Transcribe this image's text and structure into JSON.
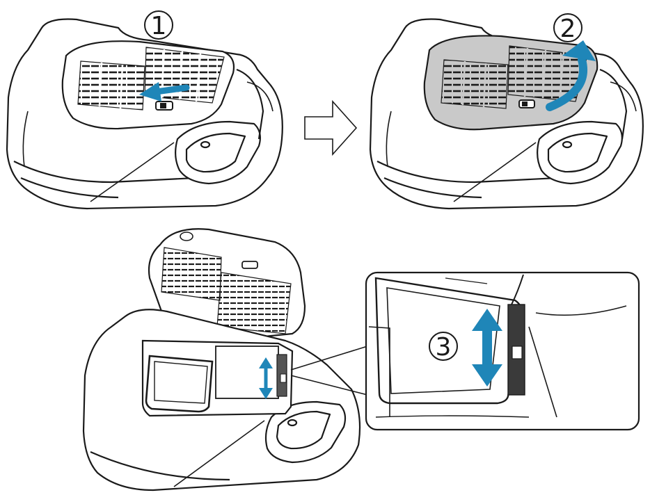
{
  "diagram": {
    "steps": [
      {
        "number": "1"
      },
      {
        "number": "2"
      },
      {
        "number": "3"
      }
    ],
    "colors": {
      "line": "#1a1a1a",
      "body_fill": "#ffffff",
      "cover_fill": "#c9c9c9",
      "accent_arrow": "#1f86b8",
      "next_arrow": "#ffffff"
    },
    "icons": {
      "slide_arrow": "arrow-left-icon",
      "open_arrow": "curved-arrow-up-icon",
      "next_step_arrow": "arrow-right-outline-icon",
      "filter_arrow": "double-arrow-vertical-icon"
    }
  }
}
